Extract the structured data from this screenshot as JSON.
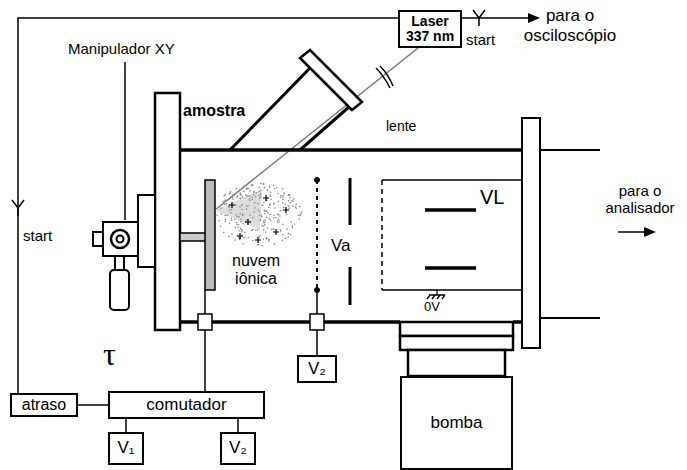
{
  "diagram": {
    "nodes": [
      {
        "text": [
          "Laser 337 nm"
        ]
      },
      {
        "text": [
          "V₂"
        ]
      },
      {
        "text": [
          "bomba"
        ]
      },
      {
        "text": [
          "atraso"
        ]
      },
      {
        "text": [
          "comutador"
        ]
      },
      {
        "text": [
          "V₁"
        ]
      },
      {
        "text": [
          "V₂"
        ]
      }
    ],
    "edges": [
      {
        "from": 0,
        "to": 3,
        "label": "start",
        "arrow": "none"
      },
      {
        "from": 3,
        "to": 4,
        "arrow": "none"
      },
      {
        "from": 4,
        "to": 5,
        "arrow": "none"
      },
      {
        "from": 4,
        "to": 6,
        "arrow": "none"
      }
    ],
    "labels": [
      "Manipulador XY",
      "start",
      "para o osciloscópio",
      "lente",
      "amostra",
      "Va",
      "VL",
      "para o analisador",
      "nuvem iônica",
      "0V",
      "τ"
    ]
  }
}
